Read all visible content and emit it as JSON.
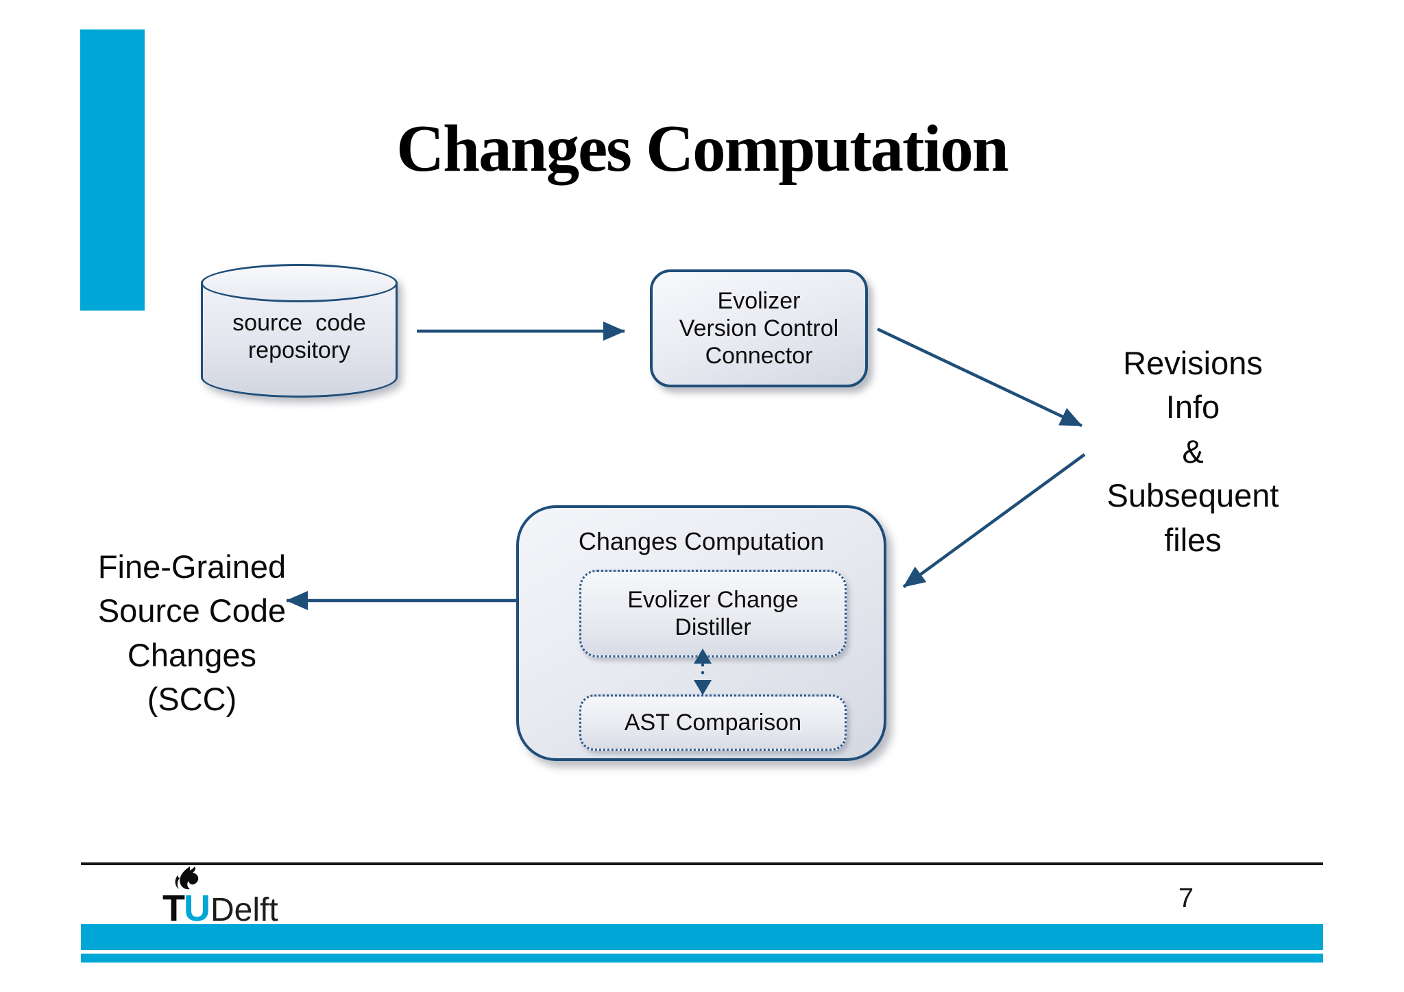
{
  "slide": {
    "title": "Changes Computation"
  },
  "colors": {
    "accent_cyan": "#00A6D6",
    "diagram_navy": "#1F4E79",
    "box_fill_light": "#f4f5f9",
    "box_fill_dark": "#d4d8e2"
  },
  "diagram": {
    "repository_label": "source  code\nrepository",
    "connector_label": "Evolizer\nVersion Control\nConnector",
    "revisions_label": "Revisions\nInfo\n&\nSubsequent\nfiles",
    "computation_group_label": "Changes Computation",
    "distiller_label": "Evolizer Change\nDistiller",
    "ast_label": "AST Comparison",
    "scc_label": "Fine-Grained\nSource Code\nChanges\n(SCC)"
  },
  "footer": {
    "logo_t": "T",
    "logo_u": "U",
    "logo_delft": "Delft",
    "page_number": "7"
  }
}
